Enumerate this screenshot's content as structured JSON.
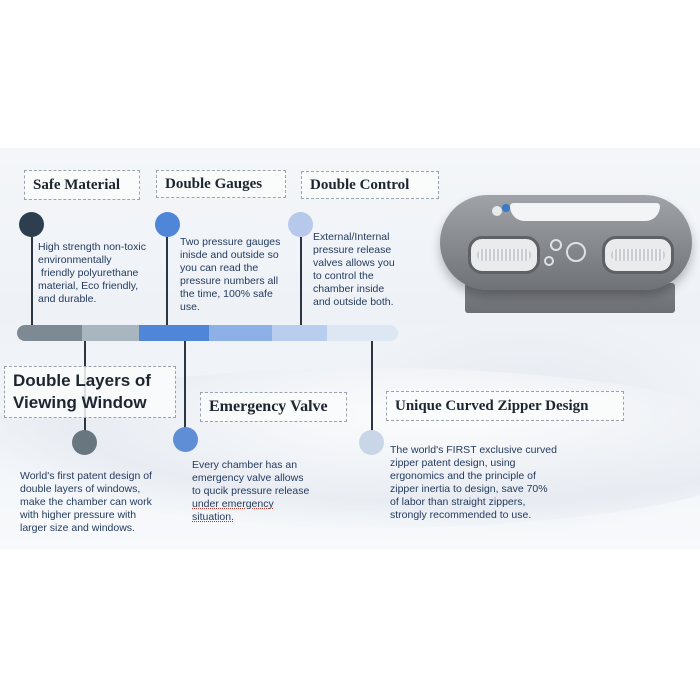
{
  "features": {
    "safe_material": {
      "title": "Safe Material",
      "lines": [
        "High strength non-toxic",
        "environmentally",
        " friendly polyurethane",
        "material, Eco friendly,",
        "and durable."
      ]
    },
    "double_gauges": {
      "title": "Double Gauges",
      "lines": [
        "Two pressure gauges",
        "inisde and outside so",
        "you can read the",
        "pressure numbers all",
        "the time, 100% safe",
        "use."
      ]
    },
    "double_control": {
      "title": "Double Control",
      "lines": [
        "External/Internal",
        "pressure release",
        "valves allows you",
        "to control the",
        "chamber inside",
        "and outside both."
      ]
    },
    "double_layers": {
      "title_line1": "Double Layers of",
      "title_line2": "Viewing Window",
      "lines": [
        "World's first patent design of",
        "double layers of windows,",
        "make the chamber can work",
        "with higher pressure with",
        "larger size and windows."
      ]
    },
    "emergency_valve": {
      "title": "Emergency Valve",
      "lines": [
        "Every chamber has an",
        "emergency valve allows",
        "to qucik pressure release",
        "under emergency",
        "situation."
      ]
    },
    "curved_zipper": {
      "title": "Unique Curved Zipper Design",
      "lines": [
        "The world's FIRST exclusive curved",
        "zipper patent design, using",
        "ergonomics and the principle of",
        "zipper inertia to design, save 70%",
        "of labor than straight zippers,",
        "strongly recommended to use."
      ]
    }
  },
  "colors": {
    "dot_dark": "#2d3f4e",
    "dot_blue": "#4f86d8",
    "dot_light": "#b6c9ea",
    "dot_gray": "#68777f",
    "dot_mid_blue": "#5f8ed6",
    "dot_pale": "#c9d6e8",
    "text_blue": "#243b5e"
  }
}
